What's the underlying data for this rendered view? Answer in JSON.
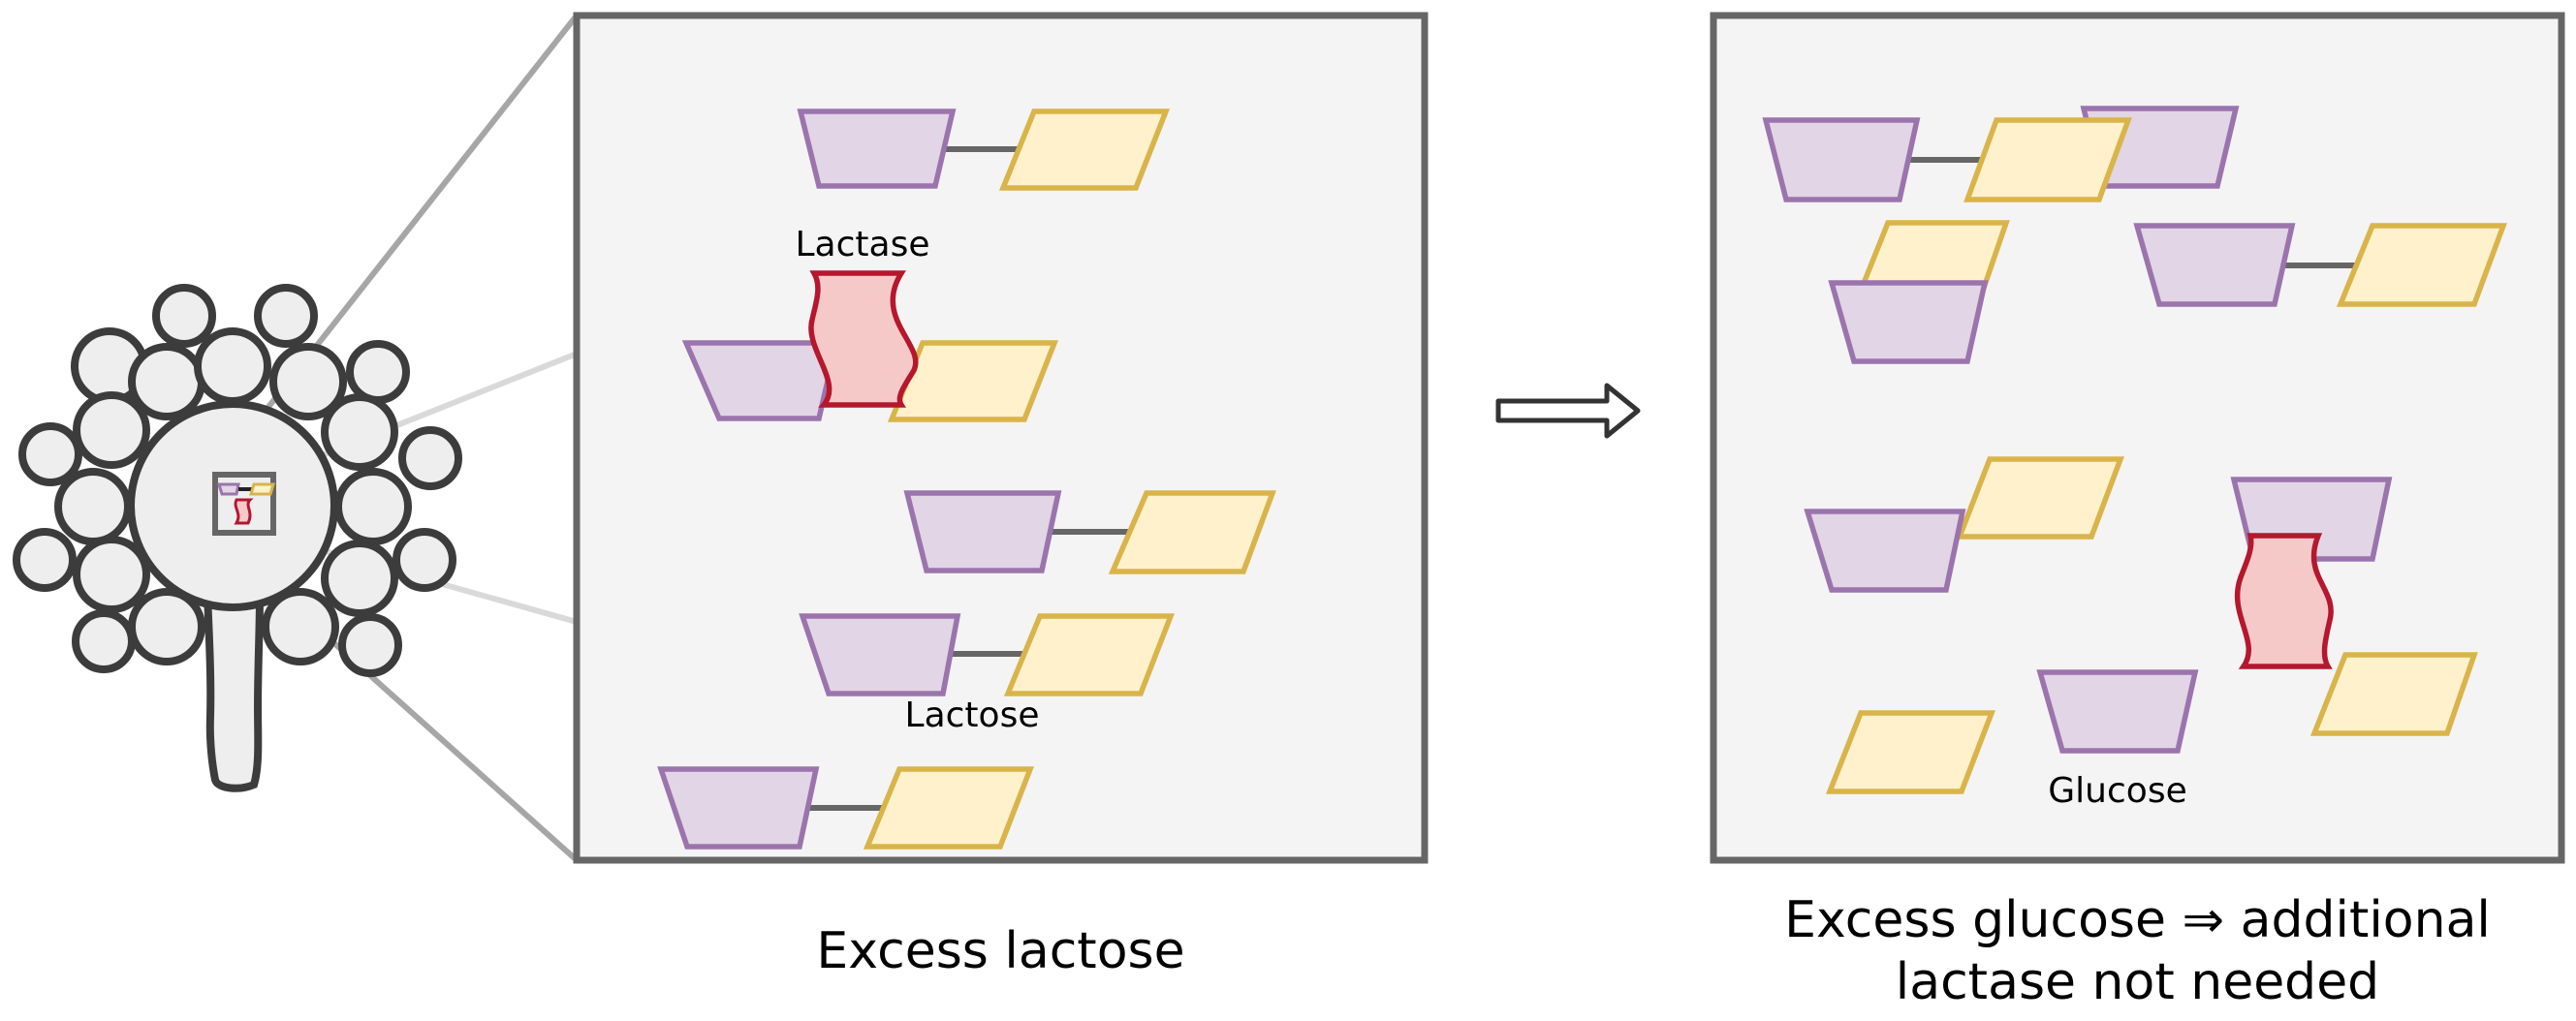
{
  "labels": {
    "lactase": "Lactase",
    "lactose": "Lactose",
    "glucose": "Glucose"
  },
  "captions": {
    "left": "Excess lactose",
    "right_line1": "Excess glucose ⇒ additional",
    "right_line2": "lactase not needed"
  },
  "colors": {
    "background": "#ffffff",
    "panel_fill": "#f4f4f4",
    "panel_border": "#666666",
    "zoom_lines": "#a6a6a6",
    "zoom_lines_light": "#d9d9d9",
    "cell_fill": "#eeeeee",
    "cell_stroke": "#3c3c3c",
    "purple_fill": "#e2d5e6",
    "purple_stroke": "#9b74ad",
    "yellow_fill": "#fef1cc",
    "yellow_stroke": "#d9b44a",
    "red_fill": "#f6c9c9",
    "red_stroke": "#b5172d",
    "bond": "#666666"
  }
}
